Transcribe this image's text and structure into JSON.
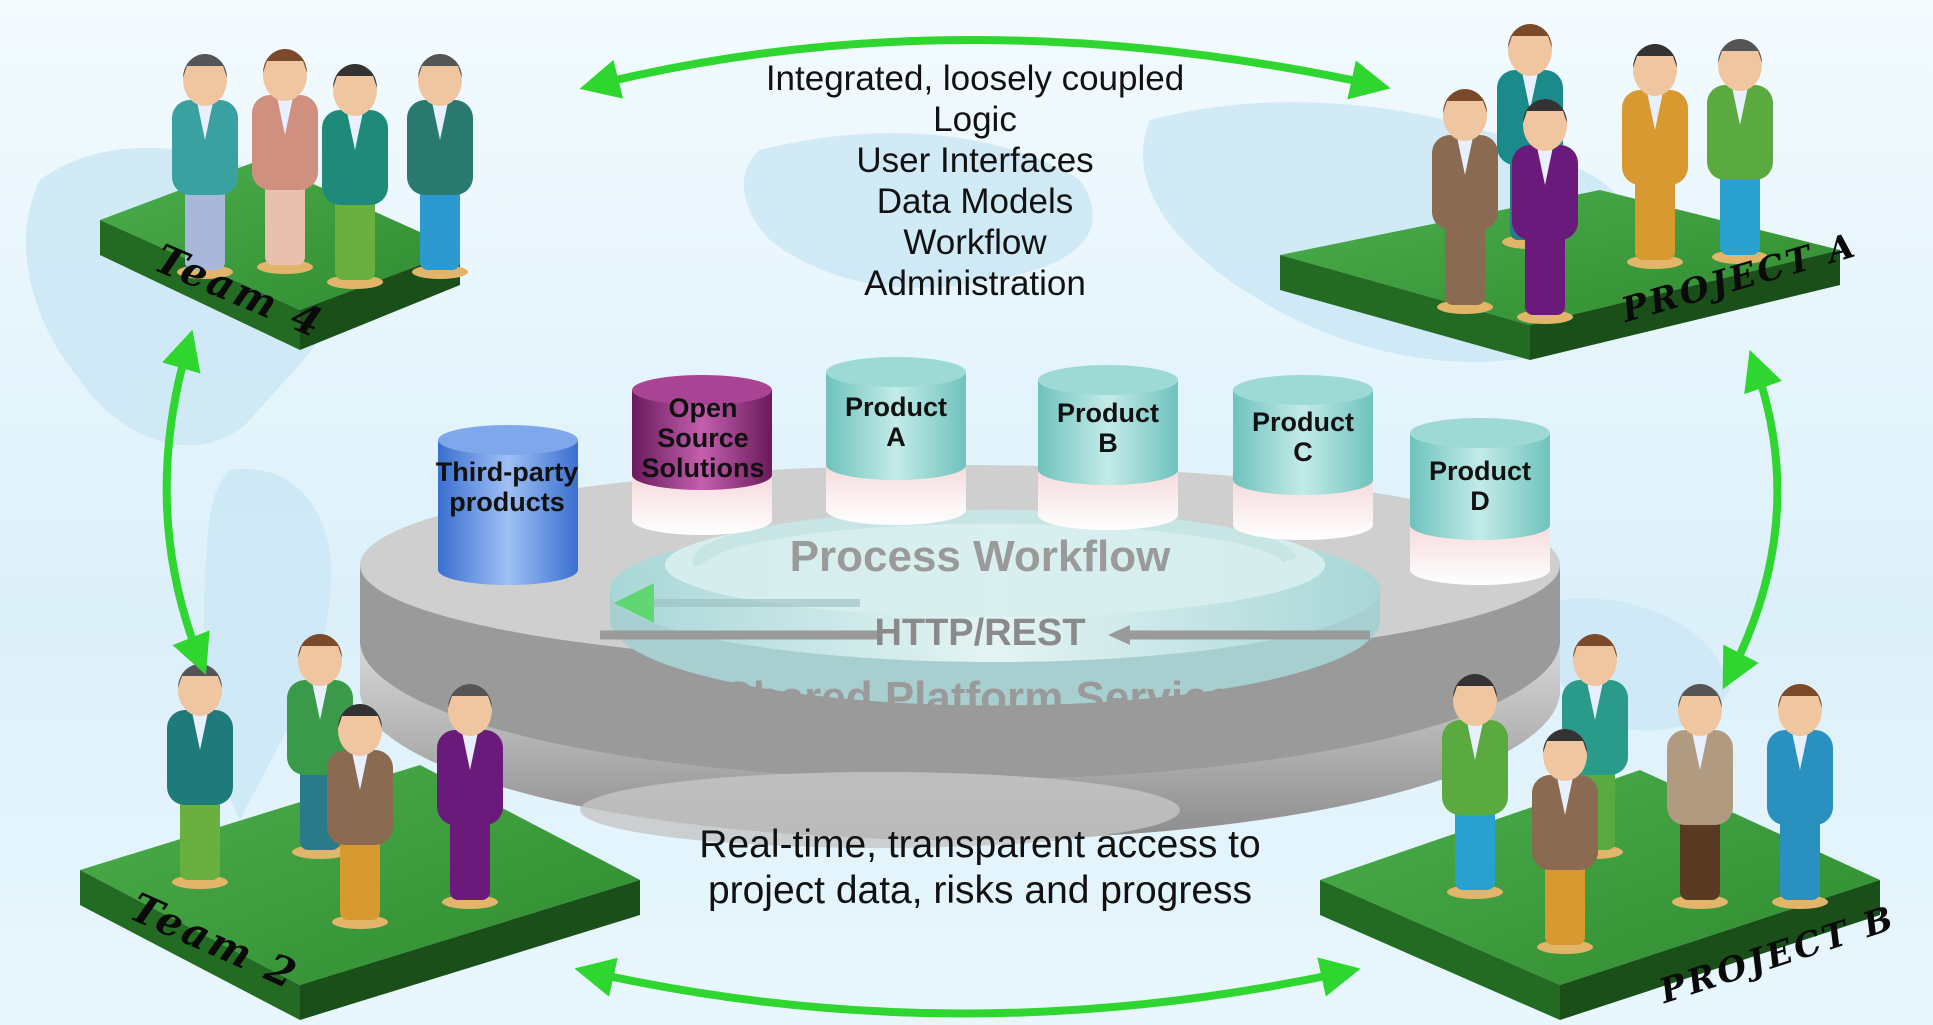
{
  "top_caption": [
    "Integrated, loosely coupled",
    "Logic",
    "User Interfaces",
    "Data Models",
    "Workflow",
    "Administration"
  ],
  "bottom_caption": "Real-time, transparent access to project data, risks and progress",
  "products": [
    {
      "id": "third-party",
      "label": "Third-party products",
      "color": "#4d7fd8"
    },
    {
      "id": "open-source",
      "label": "Open Source Solutions",
      "color": "#8e2a78"
    },
    {
      "id": "product-a",
      "label": "Product A",
      "color": "#8fd0cc"
    },
    {
      "id": "product-b",
      "label": "Product B",
      "color": "#8fd0cc"
    },
    {
      "id": "product-c",
      "label": "Product C",
      "color": "#8fd0cc"
    },
    {
      "id": "product-d",
      "label": "Product D",
      "color": "#8fd0cc"
    }
  ],
  "platform": {
    "workflow_label": "Process Workflow",
    "protocol_label": "HTTP/REST",
    "services_label": "Shared Platform Services"
  },
  "teams": {
    "top_left": "Team 4",
    "bottom_left": "Team 2",
    "top_right": "PROJECT A",
    "bottom_right": "PROJECT B"
  },
  "colors": {
    "arrow": "#2fd62f",
    "tile_top": "#3e9b3e",
    "tile_side": "#1f5d1f",
    "platform": "#bdbdbd"
  }
}
